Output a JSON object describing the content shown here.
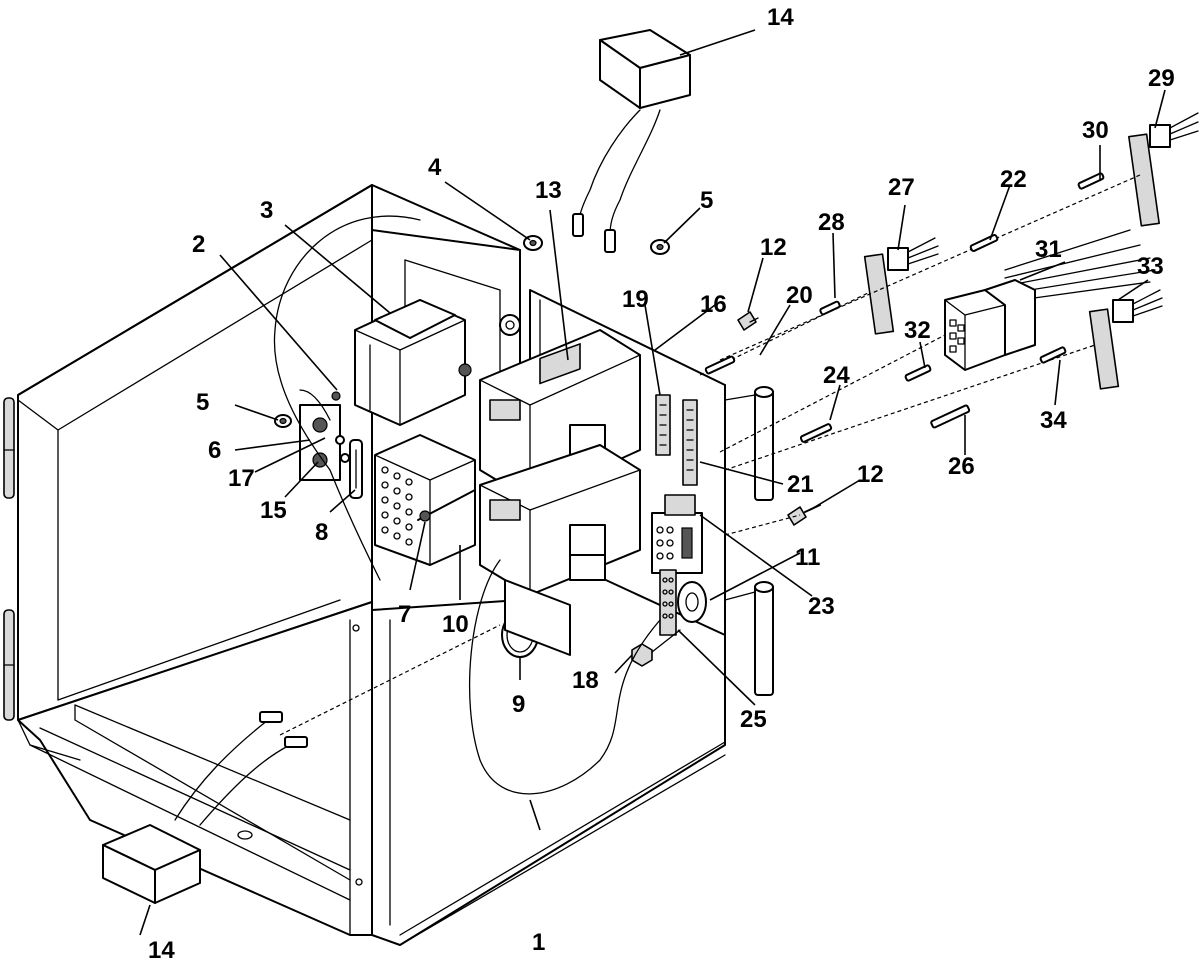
{
  "callouts": [
    {
      "id": "c1",
      "text": "1"
    },
    {
      "id": "c2",
      "text": "2"
    },
    {
      "id": "c3",
      "text": "3"
    },
    {
      "id": "c4",
      "text": "4"
    },
    {
      "id": "c5a",
      "text": "5"
    },
    {
      "id": "c5b",
      "text": "5"
    },
    {
      "id": "c6",
      "text": "6"
    },
    {
      "id": "c7",
      "text": "7"
    },
    {
      "id": "c8",
      "text": "8"
    },
    {
      "id": "c9",
      "text": "9"
    },
    {
      "id": "c10",
      "text": "10"
    },
    {
      "id": "c11",
      "text": "11"
    },
    {
      "id": "c12a",
      "text": "12"
    },
    {
      "id": "c12b",
      "text": "12"
    },
    {
      "id": "c13",
      "text": "13"
    },
    {
      "id": "c14a",
      "text": "14"
    },
    {
      "id": "c14b",
      "text": "14"
    },
    {
      "id": "c15",
      "text": "15"
    },
    {
      "id": "c16",
      "text": "16"
    },
    {
      "id": "c17",
      "text": "17"
    },
    {
      "id": "c18",
      "text": "18"
    },
    {
      "id": "c19",
      "text": "19"
    },
    {
      "id": "c20",
      "text": "20"
    },
    {
      "id": "c21",
      "text": "21"
    },
    {
      "id": "c22",
      "text": "22"
    },
    {
      "id": "c23",
      "text": "23"
    },
    {
      "id": "c24",
      "text": "24"
    },
    {
      "id": "c25",
      "text": "25"
    },
    {
      "id": "c26",
      "text": "26"
    },
    {
      "id": "c27",
      "text": "27"
    },
    {
      "id": "c28",
      "text": "28"
    },
    {
      "id": "c29",
      "text": "29"
    },
    {
      "id": "c30",
      "text": "30"
    },
    {
      "id": "c31",
      "text": "31"
    },
    {
      "id": "c32",
      "text": "32"
    },
    {
      "id": "c33",
      "text": "33"
    },
    {
      "id": "c34",
      "text": "34"
    }
  ]
}
